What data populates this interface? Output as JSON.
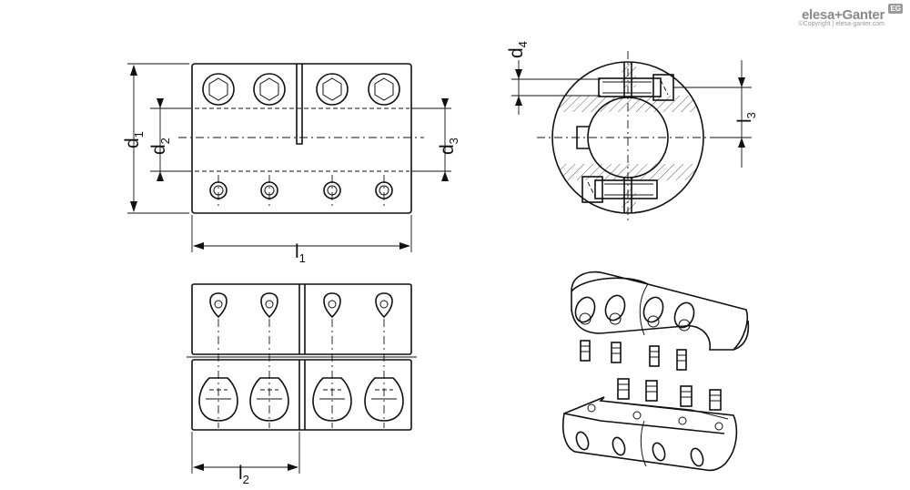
{
  "brand": {
    "name": "elesa+Ganter",
    "copyright": "©Copyright | elesa-ganter.com",
    "badge": "EG"
  },
  "dimensions": [
    {
      "key": "d1",
      "base": "d",
      "sub": "1"
    },
    {
      "key": "d2",
      "base": "d",
      "sub": "2"
    },
    {
      "key": "d3",
      "base": "d",
      "sub": "3"
    },
    {
      "key": "l1",
      "base": "l",
      "sub": "1"
    },
    {
      "key": "l2",
      "base": "l",
      "sub": "2"
    },
    {
      "key": "d4",
      "base": "d",
      "sub": "4"
    },
    {
      "key": "l3",
      "base": "l",
      "sub": "3"
    }
  ],
  "views": [
    "front-view",
    "side-section-view",
    "top-view",
    "isometric-view"
  ]
}
